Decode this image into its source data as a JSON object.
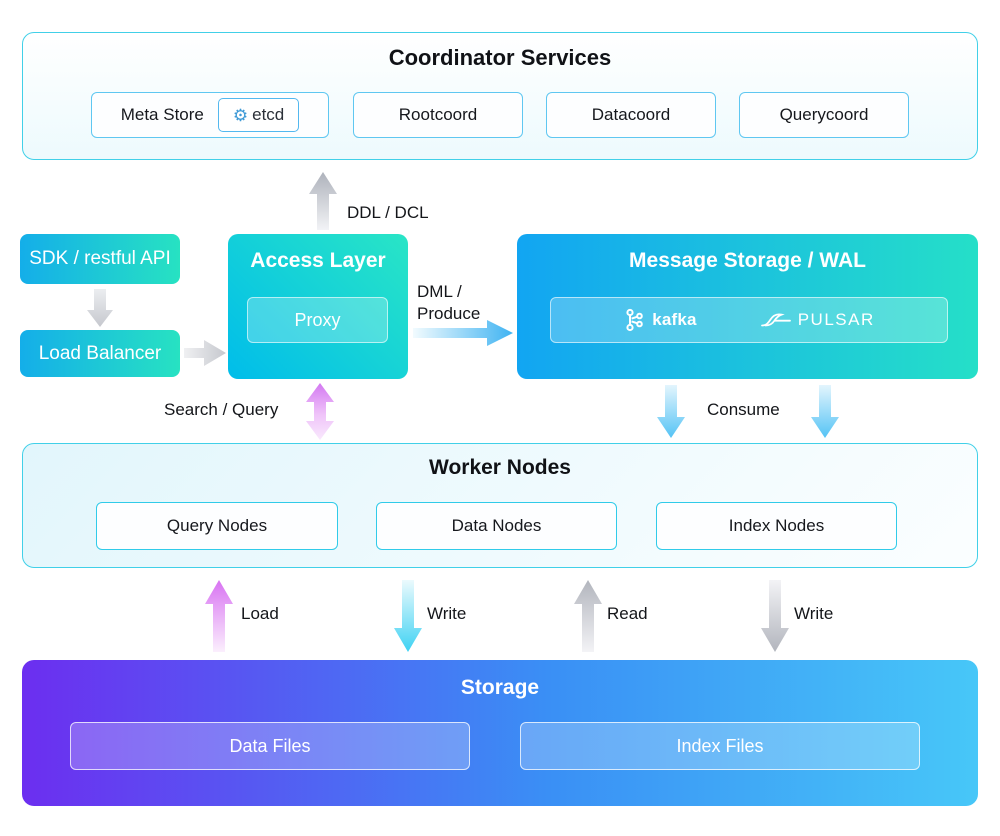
{
  "diagram": {
    "coordinator": {
      "title": "Coordinator Services",
      "meta_store_label": "Meta Store",
      "etcd_label": "etcd",
      "services": [
        "Rootcoord",
        "Datacoord",
        "Querycoord"
      ]
    },
    "client": {
      "sdk_label": "SDK / restful API",
      "load_balancer_label": "Load Balancer"
    },
    "access_layer": {
      "title": "Access Layer",
      "proxy_label": "Proxy"
    },
    "message_storage": {
      "title": "Message Storage / WAL",
      "kafka_label": "kafka",
      "pulsar_label": "PULSAR"
    },
    "worker_nodes": {
      "title": "Worker Nodes",
      "nodes": [
        "Query Nodes",
        "Data Nodes",
        "Index Nodes"
      ]
    },
    "storage": {
      "title": "Storage",
      "files": [
        "Data Files",
        "Index Files"
      ]
    },
    "labels": {
      "ddl": "DDL / DCL",
      "dml_line1": "DML /",
      "dml_line2": "Produce",
      "search": "Search / Query",
      "consume": "Consume",
      "load": "Load",
      "write_data": "Write",
      "read": "Read",
      "write_index": "Write"
    },
    "colors": {
      "teal_gradient_start": "#14aee9",
      "teal_gradient_end": "#27e2c2",
      "wal_gradient_start": "#12a5f2",
      "wal_gradient_end": "#25dfc8",
      "storage_purple": "#6c2ef0",
      "storage_blue": "#47c7f8",
      "cyan_border": "#41d0e8",
      "light_blue_border": "#5fc7f1",
      "arrow_gray": "#b2b5bd",
      "arrow_purple": "#d976f2",
      "arrow_cyan": "#41d4f4",
      "arrow_blue": "#57c0f5",
      "etcd_blue": "#3f9ad6"
    }
  }
}
